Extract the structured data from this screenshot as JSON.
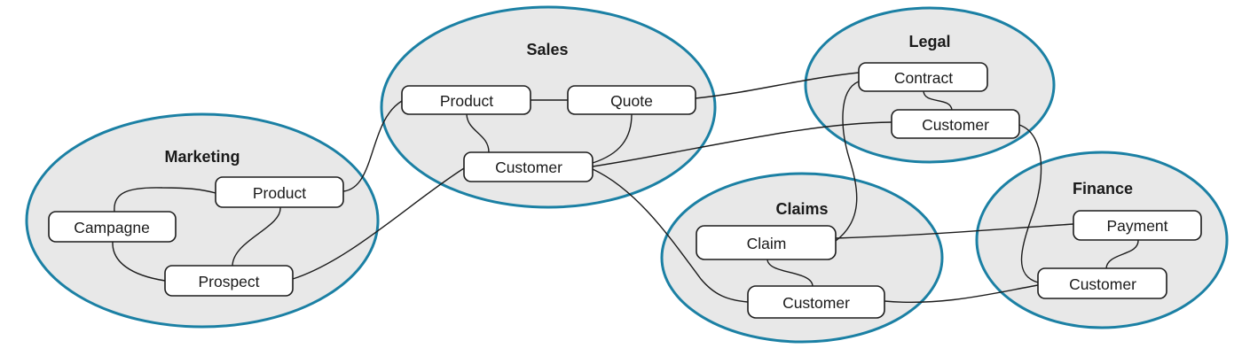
{
  "colors": {
    "context_fill": "#e8e8e8",
    "context_stroke": "#1b80a4",
    "box_fill": "#ffffff",
    "box_stroke": "#1c1c1c",
    "edge_stroke": "#1c1c1c",
    "text_color": "#1a1a1a"
  },
  "contexts": [
    {
      "name": "Marketing",
      "entities": [
        "Product",
        "Campagne",
        "Prospect"
      ]
    },
    {
      "name": "Sales",
      "entities": [
        "Product",
        "Quote",
        "Customer"
      ]
    },
    {
      "name": "Legal",
      "entities": [
        "Contract",
        "Customer"
      ]
    },
    {
      "name": "Claims",
      "entities": [
        "Claim",
        "Customer"
      ]
    },
    {
      "name": "Finance",
      "entities": [
        "Payment",
        "Customer"
      ]
    }
  ],
  "relationships": [
    {
      "from": "Marketing.Campagne",
      "to": "Marketing.Product"
    },
    {
      "from": "Marketing.Product",
      "to": "Marketing.Prospect"
    },
    {
      "from": "Marketing.Campagne",
      "to": "Marketing.Prospect"
    },
    {
      "from": "Marketing.Product",
      "to": "Sales.Product"
    },
    {
      "from": "Marketing.Prospect",
      "to": "Sales.Customer"
    },
    {
      "from": "Sales.Product",
      "to": "Sales.Quote"
    },
    {
      "from": "Sales.Product",
      "to": "Sales.Customer"
    },
    {
      "from": "Sales.Quote",
      "to": "Sales.Customer"
    },
    {
      "from": "Sales.Quote",
      "to": "Legal.Contract"
    },
    {
      "from": "Sales.Customer",
      "to": "Legal.Customer"
    },
    {
      "from": "Sales.Customer",
      "to": "Claims.Customer"
    },
    {
      "from": "Legal.Contract",
      "to": "Legal.Customer"
    },
    {
      "from": "Legal.Contract",
      "to": "Claims.Claim"
    },
    {
      "from": "Legal.Customer",
      "to": "Finance.Customer"
    },
    {
      "from": "Claims.Claim",
      "to": "Claims.Customer"
    },
    {
      "from": "Claims.Claim",
      "to": "Finance.Payment"
    },
    {
      "from": "Claims.Customer",
      "to": "Finance.Customer"
    },
    {
      "from": "Finance.Payment",
      "to": "Finance.Customer"
    }
  ]
}
